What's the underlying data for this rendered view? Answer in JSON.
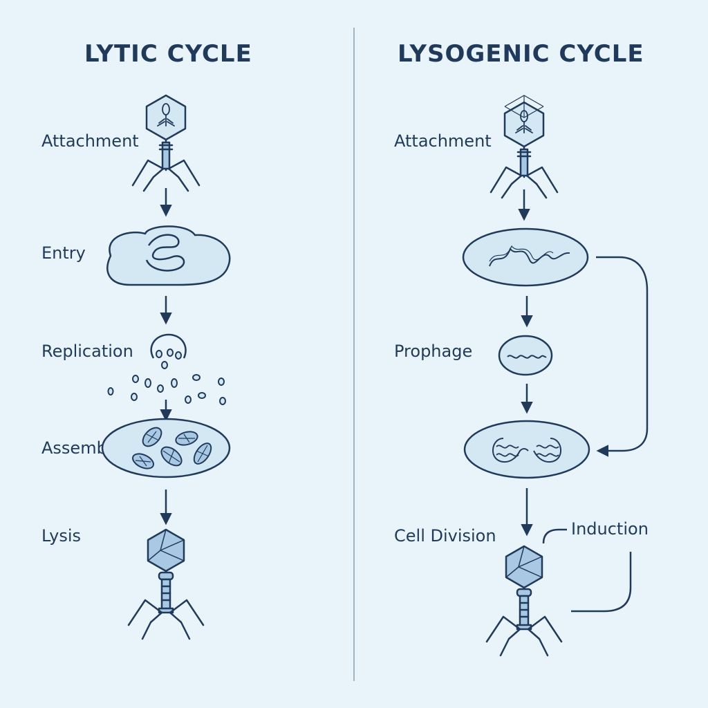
{
  "lytic": {
    "title": "LYTIC CYCLE",
    "steps": {
      "attachment": "Attachment",
      "entry": "Entry",
      "replication": "Replication",
      "assembly": "Assembly",
      "lysis": "Lysis"
    }
  },
  "lysogenic": {
    "title": "LYSOGENIC CYCLE",
    "steps": {
      "attachment": "Attachment",
      "prophage": "Prophage",
      "cell_division": "Cell Division",
      "induction": "Induction"
    }
  },
  "colors": {
    "ink": "#1f3a5a",
    "fill": "#d4e8f3",
    "capsid": "#a9c8e4",
    "background": "#e9f4fa"
  }
}
